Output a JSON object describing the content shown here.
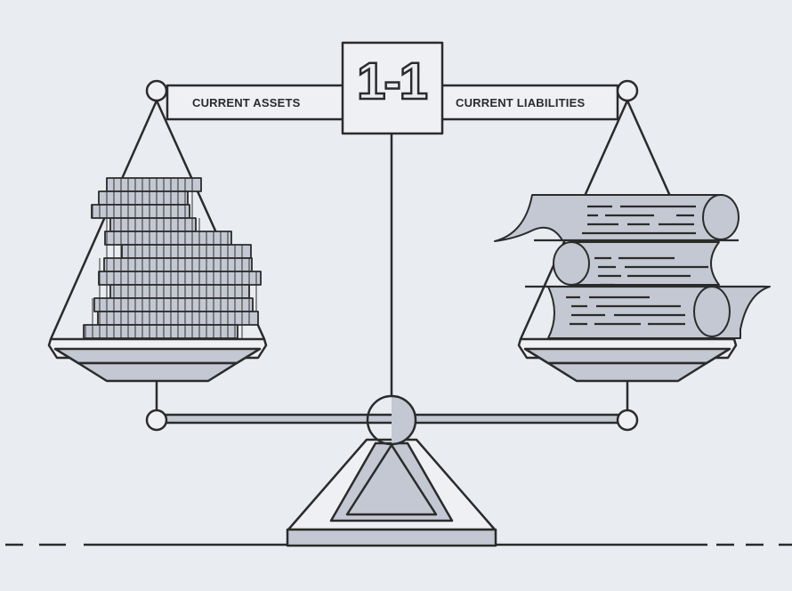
{
  "diagram": {
    "ratio_label": "1-1",
    "left_label": "CURRENT ASSETS",
    "right_label": "CURRENT LIABILITIES",
    "left_pan_contents": "stack of coins",
    "right_pan_contents": "rolled documents / scrolls"
  },
  "colors": {
    "background": "#e9ecf1",
    "stroke": "#2b2b2b",
    "fill_gray": "#c3c8d2",
    "fill_light": "#eef0f4"
  }
}
